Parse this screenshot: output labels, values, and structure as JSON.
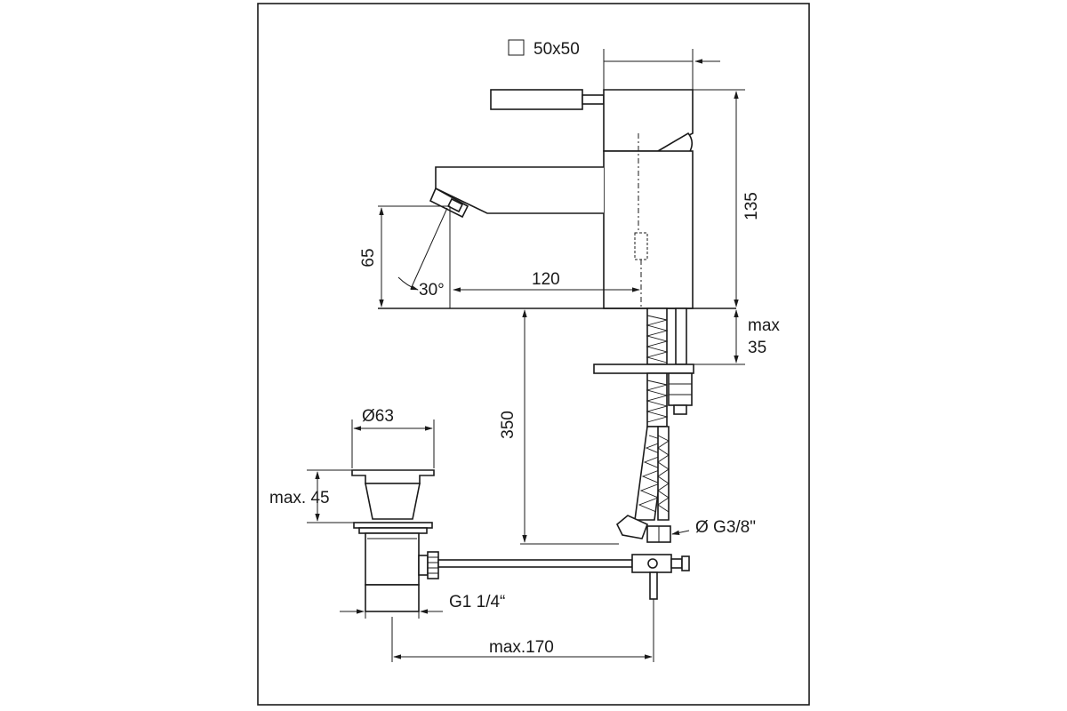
{
  "dimensions": {
    "square_section": "50x50",
    "body_height": "135",
    "spout_height": "65",
    "spout_angle": "30°",
    "spout_reach": "120",
    "max_deck": "max",
    "max_deck_value": "35",
    "hose_length": "350",
    "drain_diameter": "Ø63",
    "drain_height": "max. 45",
    "drain_thread": "G1 1/4“",
    "hose_thread": "Ø G3/8\"",
    "rod_length": "max.170"
  }
}
